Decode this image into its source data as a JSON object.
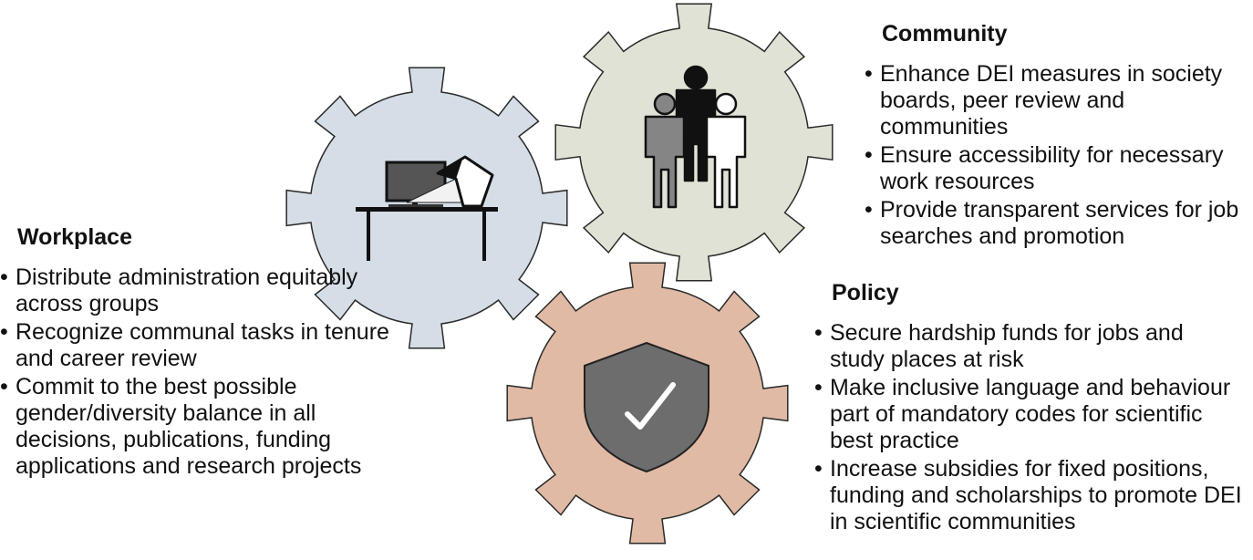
{
  "colors": {
    "workplace_gear": "#d5dde6",
    "community_gear": "#dfe2d4",
    "policy_gear": "#e0baa5",
    "outline": "#2a2a2a",
    "shield": "#6d6d6d"
  },
  "icons": {
    "workplace": "desk-computer-icon",
    "community": "people-group-icon",
    "policy": "shield-check-icon"
  },
  "community": {
    "title": "Community",
    "items": [
      "Enhance DEI measures in society boards, peer review and communities",
      "Ensure accessibility for necessary work resources",
      "Provide transparent services for job searches and promotion"
    ]
  },
  "workplace": {
    "title": "Workplace",
    "items": [
      "Distribute administration equitably across groups",
      "Recognize communal tasks in tenure and career review",
      "Commit to the best possible gender/diversity balance in all decisions, publications, funding applications and research projects"
    ]
  },
  "policy": {
    "title": "Policy",
    "items": [
      "Secure hardship funds for jobs and study places at risk",
      "Make inclusive language and behaviour part of mandatory codes for scientific best practice",
      "Increase subsidies for fixed positions, funding and scholarships to promote DEI in scientific communities"
    ]
  }
}
